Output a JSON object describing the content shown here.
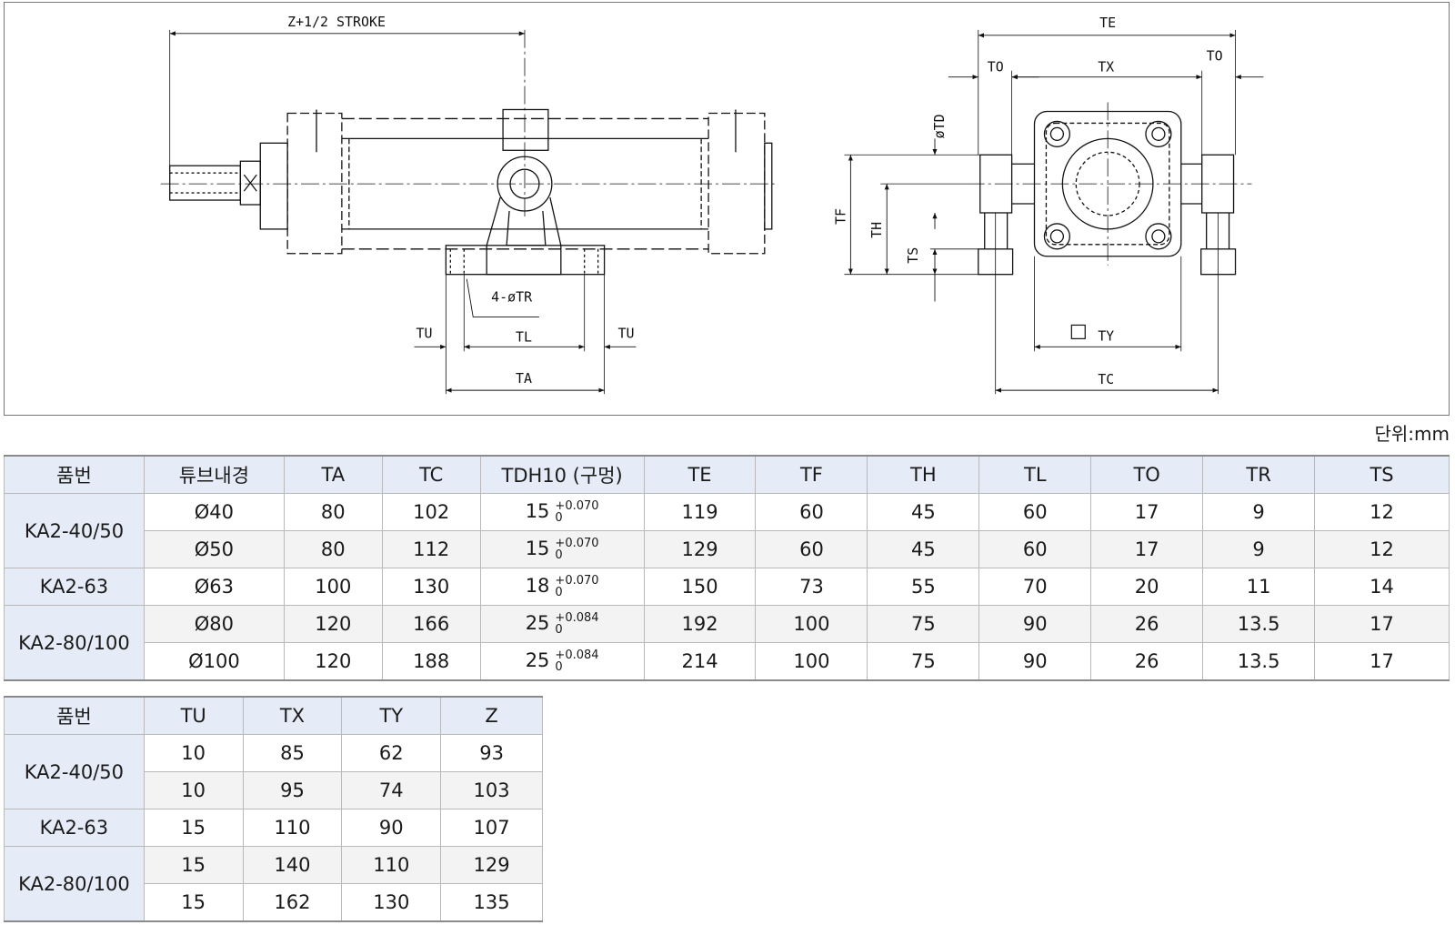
{
  "drawing": {
    "side_view": {
      "label_z": "Z+1/2 STROKE",
      "label_tr": "4-øTR",
      "label_tu_left": "TU",
      "label_tl": "TL",
      "label_tu_right": "TU",
      "label_ta": "TA"
    },
    "front_view": {
      "label_te": "TE",
      "label_to_left": "TO",
      "label_tx": "TX",
      "label_to_right": "TO",
      "label_td": "øTD",
      "label_tf": "TF",
      "label_th": "TH",
      "label_ts": "TS",
      "label_ty": "TY",
      "label_tc": "TC"
    }
  },
  "unit": "단위:mm",
  "table_main": {
    "headers": [
      "품번",
      "튜브내경",
      "TA",
      "TC",
      "TDH10 (구멍)",
      "TE",
      "TF",
      "TH",
      "TL",
      "TO",
      "TR",
      "TS"
    ],
    "groups": [
      {
        "model": "KA2-40/50",
        "rows": [
          {
            "bore": "Ø40",
            "TA": "80",
            "TC": "102",
            "TD": "15",
            "tol_up": "+0.070",
            "tol_low": "0",
            "TE": "119",
            "TF": "60",
            "TH": "45",
            "TL": "60",
            "TO": "17",
            "TR": "9",
            "TS": "12"
          },
          {
            "bore": "Ø50",
            "TA": "80",
            "TC": "112",
            "TD": "15",
            "tol_up": "+0.070",
            "tol_low": "0",
            "TE": "129",
            "TF": "60",
            "TH": "45",
            "TL": "60",
            "TO": "17",
            "TR": "9",
            "TS": "12"
          }
        ]
      },
      {
        "model": "KA2-63",
        "rows": [
          {
            "bore": "Ø63",
            "TA": "100",
            "TC": "130",
            "TD": "18",
            "tol_up": "+0.070",
            "tol_low": "0",
            "TE": "150",
            "TF": "73",
            "TH": "55",
            "TL": "70",
            "TO": "20",
            "TR": "11",
            "TS": "14"
          }
        ]
      },
      {
        "model": "KA2-80/100",
        "rows": [
          {
            "bore": "Ø80",
            "TA": "120",
            "TC": "166",
            "TD": "25",
            "tol_up": "+0.084",
            "tol_low": "0",
            "TE": "192",
            "TF": "100",
            "TH": "75",
            "TL": "90",
            "TO": "26",
            "TR": "13.5",
            "TS": "17"
          },
          {
            "bore": "Ø100",
            "TA": "120",
            "TC": "188",
            "TD": "25",
            "tol_up": "+0.084",
            "tol_low": "0",
            "TE": "214",
            "TF": "100",
            "TH": "75",
            "TL": "90",
            "TO": "26",
            "TR": "13.5",
            "TS": "17"
          }
        ]
      }
    ]
  },
  "table_sub": {
    "headers": [
      "품번",
      "TU",
      "TX",
      "TY",
      "Z"
    ],
    "groups": [
      {
        "model": "KA2-40/50",
        "rows": [
          {
            "TU": "10",
            "TX": "85",
            "TY": "62",
            "Z": "93"
          },
          {
            "TU": "10",
            "TX": "95",
            "TY": "74",
            "Z": "103"
          }
        ]
      },
      {
        "model": "KA2-63",
        "rows": [
          {
            "TU": "15",
            "TX": "110",
            "TY": "90",
            "Z": "107"
          }
        ]
      },
      {
        "model": "KA2-80/100",
        "rows": [
          {
            "TU": "15",
            "TX": "140",
            "TY": "110",
            "Z": "129"
          },
          {
            "TU": "15",
            "TX": "162",
            "TY": "130",
            "Z": "135"
          }
        ]
      }
    ]
  }
}
